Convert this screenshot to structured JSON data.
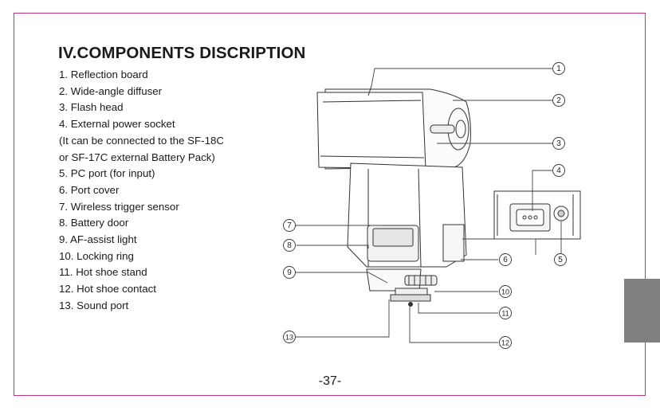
{
  "page": {
    "title": "IV.COMPONENTS DISCRIPTION",
    "page_number": "-37-"
  },
  "components": [
    "1. Reflection board",
    "2. Wide-angle diffuser",
    "3. Flash head",
    "4. External power socket",
    "(It can be connected to the SF-18C",
    "or SF-17C external Battery Pack)",
    "5. PC port (for input)",
    "6. Port cover",
    "7. Wireless trigger sensor",
    "8. Battery door",
    "9. AF-assist light",
    "10. Locking ring",
    "11. Hot shoe stand",
    "12. Hot shoe contact",
    "13. Sound port"
  ],
  "callouts": [
    "1",
    "2",
    "3",
    "4",
    "5",
    "6",
    "7",
    "8",
    "9",
    "10",
    "11",
    "12",
    "13"
  ],
  "colors": {
    "border": "#c0348c",
    "tab": "#808080",
    "text": "#1a1a1a"
  }
}
